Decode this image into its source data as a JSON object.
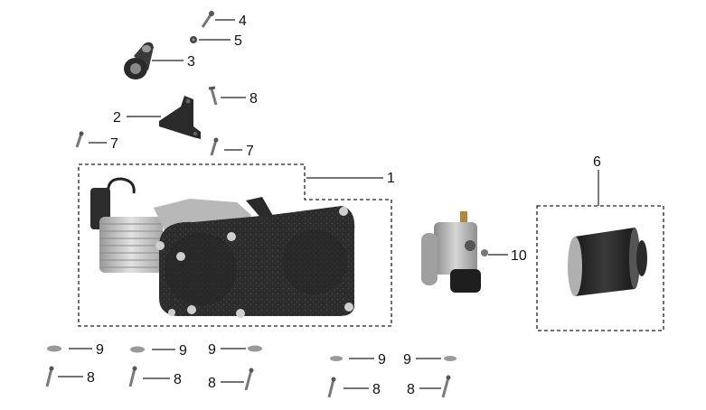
{
  "callouts": {
    "c1": "1",
    "c2": "2",
    "c3": "3",
    "c4": "4",
    "c5": "5",
    "c6": "6",
    "c7a": "7",
    "c7b": "7",
    "c8_top": "8",
    "c8_r1": "8",
    "c8_r2": "8",
    "c8_r3": "8",
    "c8_r4": "8",
    "c8_r5": "8",
    "c9_r1": "9",
    "c9_r2": "9",
    "c9_r3": "9",
    "c9_r4": "9",
    "c9_r5": "9",
    "c10": "10"
  },
  "colors": {
    "engine_cover": "#2b2b2b",
    "cylinder_fins": "#c8c8c8",
    "metal_dark": "#3a3a3a",
    "washer": "#9a9a9a",
    "bolt": "#7a7a7a"
  }
}
